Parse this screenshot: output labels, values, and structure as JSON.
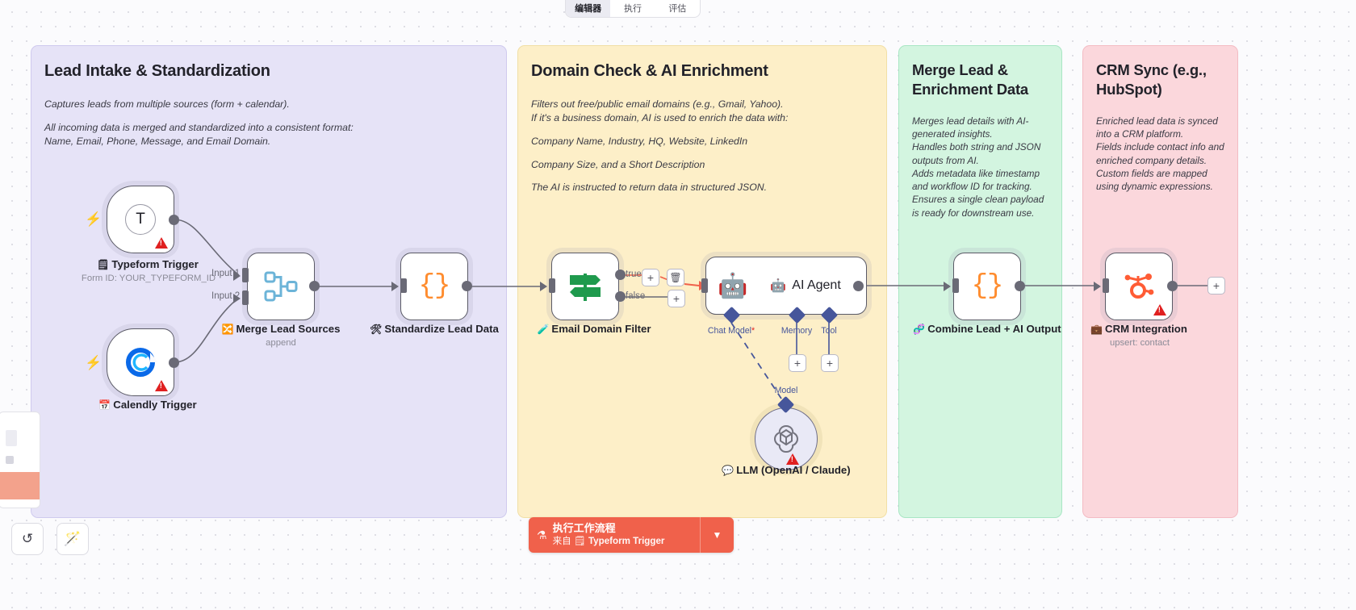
{
  "topbar": {
    "tabs": [
      {
        "label": "编辑器",
        "active": true
      },
      {
        "label": "执行",
        "active": false
      },
      {
        "label": "评估",
        "active": false
      }
    ]
  },
  "notes": [
    {
      "id": "intake",
      "title": "Lead Intake & Standardization",
      "color": "#e6e3f7",
      "paragraphs": [
        "Captures leads from multiple sources (form + calendar).",
        "All incoming data is merged and standardized into a consistent format:\nName, Email, Phone, Message, and Email Domain."
      ]
    },
    {
      "id": "domain",
      "title": "Domain Check & AI Enrichment",
      "color": "#fdefc8",
      "paragraphs": [
        "Filters out free/public email domains (e.g., Gmail, Yahoo).\nIf it's a business domain, AI is used to enrich the data with:",
        "Company Name, Industry, HQ, Website, LinkedIn",
        "Company Size, and a Short Description",
        "The AI is instructed to return data in structured JSON."
      ]
    },
    {
      "id": "merge",
      "title": "Merge Lead & Enrichment Data",
      "color": "#d3f5e0",
      "paragraphs": [
        "Merges lead details with AI-generated insights.\nHandles both string and JSON outputs from AI.\nAdds metadata like timestamp and workflow ID for tracking.\nEnsures a single clean payload is ready for downstream use."
      ]
    },
    {
      "id": "crm",
      "title": "CRM Sync (e.g., HubSpot)",
      "color": "#fbd7dc",
      "paragraphs": [
        "Enriched lead data is synced into a CRM platform.\nFields include contact info and enriched company details.\nCustom fields are mapped using dynamic expressions."
      ]
    }
  ],
  "nodes": {
    "typeform": {
      "name": "Typeform Trigger",
      "icon_emoji": "🗒",
      "icon_glyph": "T",
      "subtitle": "Form ID: YOUR_TYPEFORM_ID",
      "has_warning": true,
      "is_trigger": true
    },
    "calendly": {
      "name": "Calendly Trigger",
      "icon_emoji": "📅",
      "icon_glyph": "C",
      "subtitle": "",
      "has_warning": true,
      "is_trigger": true
    },
    "merge_sources": {
      "name": "Merge Lead Sources",
      "icon_emoji": "🔀",
      "subtitle": "append",
      "input_labels": [
        "Input 1",
        "Input 2"
      ],
      "has_warning": false
    },
    "standardize": {
      "name": "Standardize Lead Data",
      "icon_emoji": "🛠",
      "icon_glyph": "{}",
      "has_warning": false
    },
    "domain_filter": {
      "name": "Email Domain Filter",
      "icon_emoji": "🧪",
      "outputs": [
        "true",
        "false"
      ],
      "has_warning": false
    },
    "ai_agent": {
      "name": "AI Agent",
      "icon_emoji": "🤖",
      "sub_connectors": [
        {
          "label": "Chat Model",
          "required": true
        },
        {
          "label": "Memory",
          "required": false
        },
        {
          "label": "Tool",
          "required": false
        }
      ],
      "has_warning": false
    },
    "llm": {
      "name": "LLM (OpenAI / Claude)",
      "icon_emoji": "💬",
      "connector_label": "Model",
      "has_warning": true
    },
    "combine": {
      "name": "Combine Lead + AI Output",
      "icon_emoji": "🧬",
      "icon_glyph": "{}",
      "has_warning": false
    },
    "crm_integration": {
      "name": "CRM Integration",
      "icon_emoji": "💼",
      "subtitle": "upsert: contact",
      "has_warning": true
    }
  },
  "edge_buttons": {
    "plus": "+",
    "trash": "🗑"
  },
  "execute_button": {
    "icon": "⚗",
    "line1": "执行工作流程",
    "line2_prefix": "来自",
    "line2_node_icon": "🗒",
    "line2_node": "Typeform Trigger",
    "caret": "▼"
  },
  "toolbar": {
    "undo": "↺",
    "tidy": "🪄"
  },
  "colors": {
    "accent_orange": "#f0614b",
    "warning_red": "#e02020",
    "trigger_bolt": "#ff6b4a",
    "sub_connector": "#46569b",
    "brace_orange": "#ff8c2e"
  }
}
